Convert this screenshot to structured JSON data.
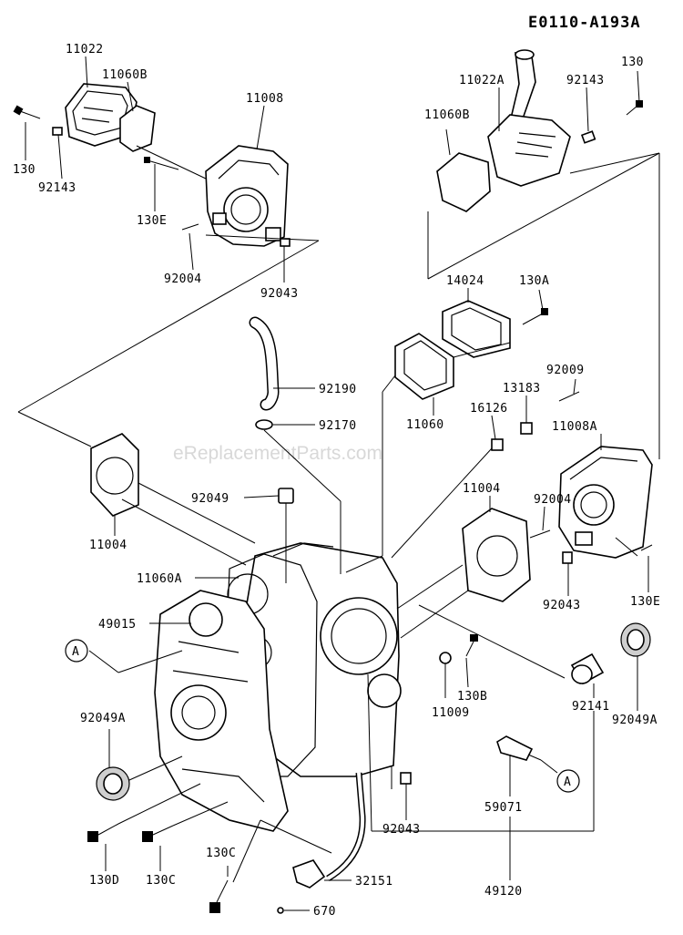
{
  "diagram_code": "E0110-A193A",
  "watermark": "eReplacementParts.com",
  "callouts": {
    "c11022": "11022",
    "c11060B_l": "11060B",
    "c11008": "11008",
    "c130_l": "130",
    "c92143_l": "92143",
    "c130E_l": "130E",
    "c92004_l": "92004",
    "c92043_l": "92043",
    "c11022A": "11022A",
    "c92143_r": "92143",
    "c130_r": "130",
    "c11060B_r": "11060B",
    "c14024": "14024",
    "c130A": "130A",
    "c92190": "92190",
    "c92170": "92170",
    "c92009": "92009",
    "c13183": "13183",
    "c16126": "16126",
    "c11060": "11060",
    "c11008A": "11008A",
    "c11004_l": "11004",
    "c92049": "92049",
    "c11004_r": "11004",
    "c92004_r": "92004",
    "c11060A": "11060A",
    "c49015": "49015",
    "c92043_r": "92043",
    "c130E_r": "130E",
    "c130B": "130B",
    "c11009": "11009",
    "c92049A_l": "92049A",
    "c92141": "92141",
    "c92049A_r": "92049A",
    "c59071": "59071",
    "c92043_b": "92043",
    "c130D": "130D",
    "c130C_1": "130C",
    "c130C_2": "130C",
    "c32151": "32151",
    "c670": "670",
    "c49120": "49120"
  },
  "reference_marks": {
    "a_left": "A",
    "a_right": "A"
  }
}
